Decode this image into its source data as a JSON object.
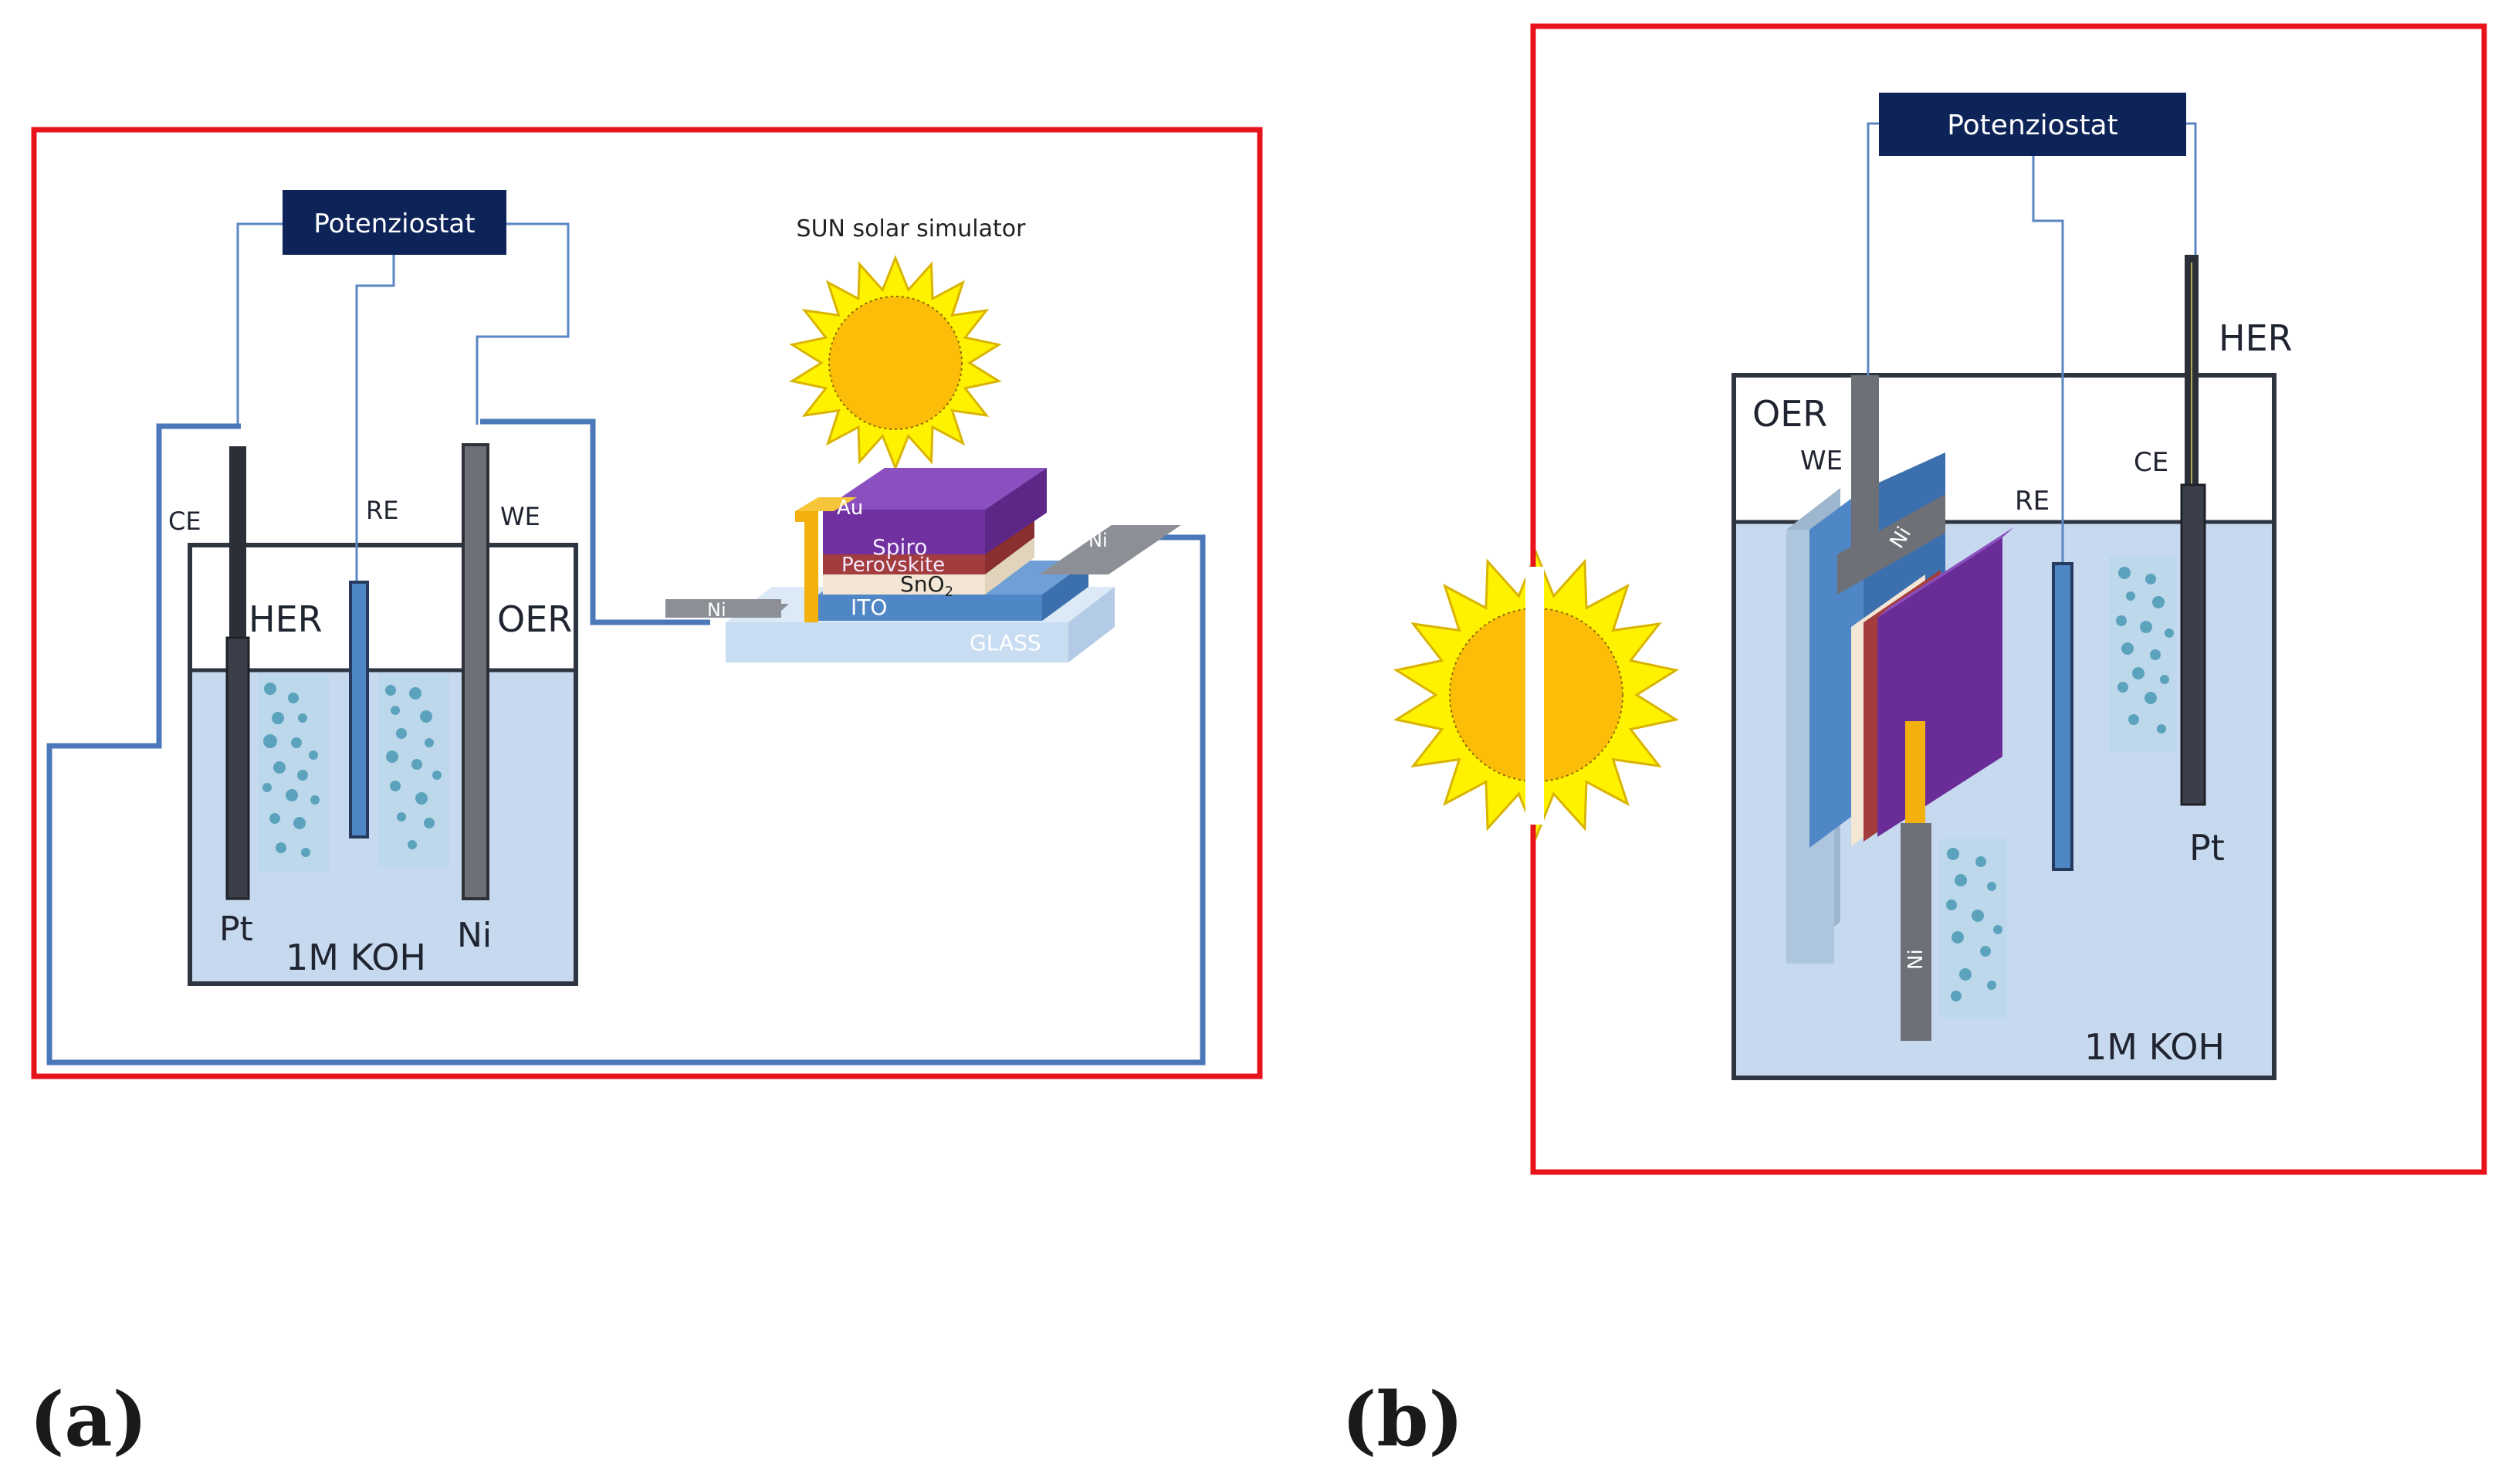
{
  "colors": {
    "frame": "#e8141c",
    "navy": "#0e2459",
    "wire": "#4a78b8",
    "thin_wire": "#5b86c4",
    "electrolyte": "#c7d9ef",
    "cell_line": "#2e3440",
    "bubble": "#4a9ab4",
    "electrode_dark": "#3a3f4a",
    "electrode_grey": "#6e7077",
    "re_blue": "#4f86c6",
    "sun_ray": "#fff200",
    "sun_core": "#fbbd08",
    "spiro": "#7030a0",
    "perovskite": "#a33d3d",
    "sno2": "#f3e6d4",
    "ito": "#4f86c6",
    "glass": "#c9ddf2",
    "gold": "#f2b10c",
    "ni_contact": "#8c8f96"
  },
  "panel_a": {
    "potentiostat_label": "Potenziostat",
    "sun_label": "SUN solar simulator",
    "ce_label": "CE",
    "re_label": "RE",
    "we_label": "WE",
    "her_label": "HER",
    "oer_label": "OER",
    "pt_label": "Pt",
    "ni_label": "Ni",
    "electrolyte_label": "1M KOH",
    "layers": {
      "au": "Au",
      "spiro": "Spiro",
      "perovskite": "Perovskite",
      "sno2": "SnO",
      "sno2_sub": "2",
      "ito": "ITO",
      "glass": "GLASS",
      "ni_left": "Ni",
      "ni_right": "Ni"
    }
  },
  "panel_b": {
    "potentiostat_label": "Potenziostat",
    "oer_label": "OER",
    "we_label": "WE",
    "re_label": "RE",
    "ce_label": "CE",
    "her_label": "HER",
    "pt_label": "Pt",
    "ni_top_label": "Ni",
    "ni_bottom_label": "Ni",
    "electrolyte_label": "1M KOH"
  },
  "captions": {
    "a": "(a)",
    "b": "(b)"
  }
}
